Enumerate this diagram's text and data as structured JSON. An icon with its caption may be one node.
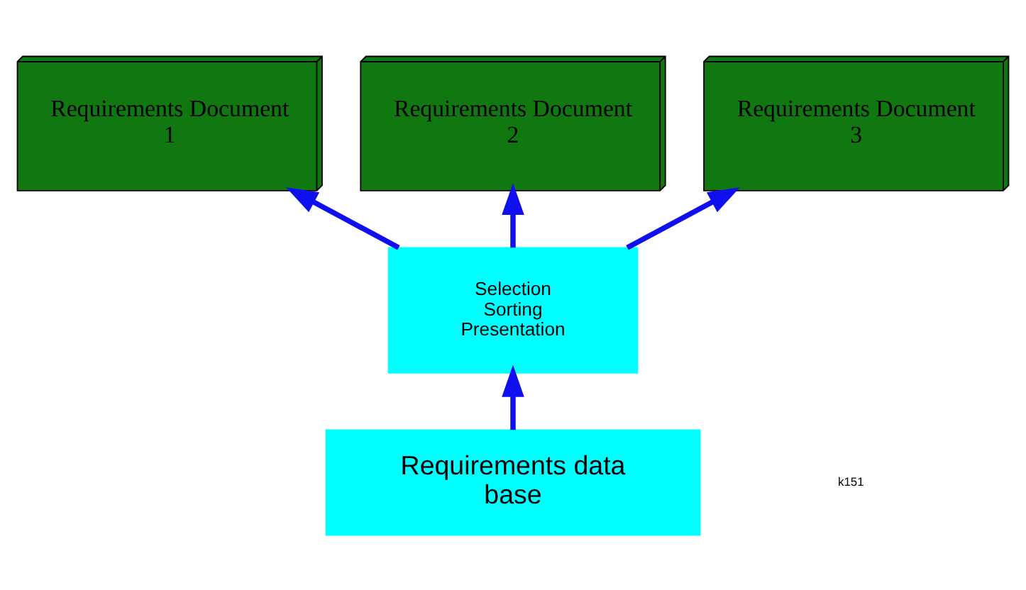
{
  "diagram": {
    "nodes": [
      {
        "text": [
          "Requirements Document 1"
        ]
      },
      {
        "text": [
          "Requirements Document 2"
        ]
      },
      {
        "text": [
          "Requirements Document 3"
        ]
      },
      {
        "text": [
          "Selection Sorting Presentation"
        ]
      },
      {
        "text": [
          "Requirements data base"
        ]
      }
    ],
    "edges": [
      {
        "from": 4,
        "to": 3,
        "arrow": "to"
      },
      {
        "from": 3,
        "to": 0,
        "arrow": "to"
      },
      {
        "from": 3,
        "to": 1,
        "arrow": "to"
      },
      {
        "from": 3,
        "to": 2,
        "arrow": "to"
      }
    ],
    "labels": [
      "k151"
    ]
  }
}
